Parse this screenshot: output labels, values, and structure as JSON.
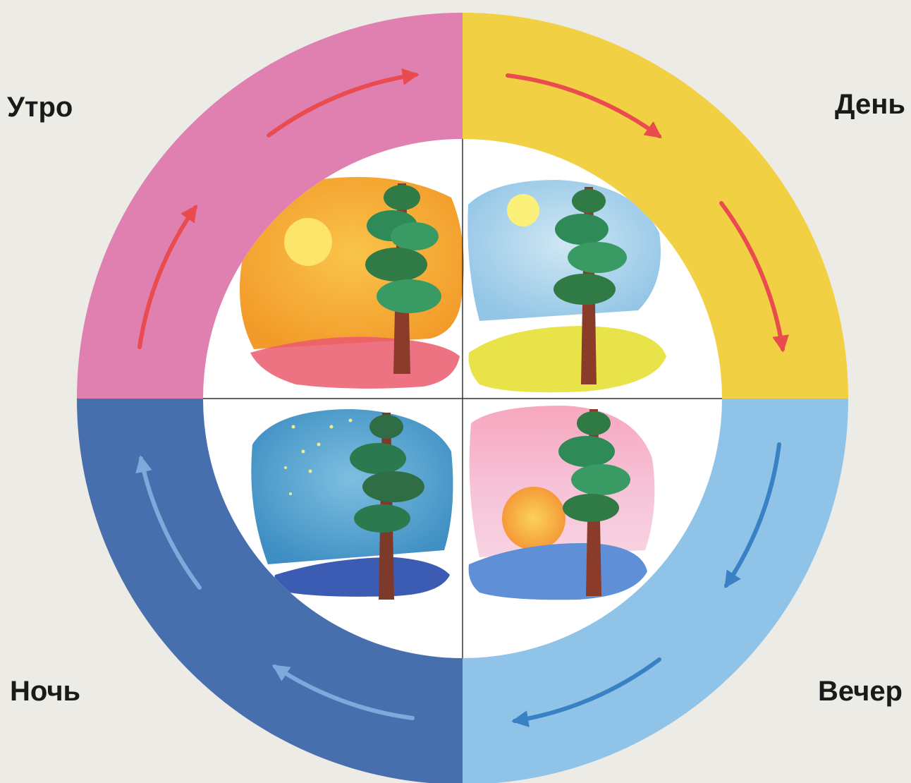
{
  "labels": {
    "morning": "Утро",
    "day": "День",
    "evening": "Вечер",
    "night": "Ночь"
  },
  "colors": {
    "background": "#ecebe6",
    "morning": "#df80b0",
    "day": "#f2d043",
    "evening": "#8fc3e8",
    "night": "#476fae",
    "arrow_warm": "#ea4b4f",
    "arrow_cool_evening": "#3a80c4",
    "arrow_cool_night": "#7fa9dc"
  },
  "panels": [
    {
      "scene": "morning",
      "sky": "#f7b23a",
      "sun": "#fde46a",
      "ground": "#ea5a6d",
      "tree": "pine-tree"
    },
    {
      "scene": "day",
      "sky": "#a9d3ec",
      "sun": "#fbf07a",
      "ground": "#e9e34a",
      "tree": "pine-tree"
    },
    {
      "scene": "evening",
      "sky": "#f6a2c2",
      "sun": "#f7a33a",
      "ground": "#5f8fd6",
      "tree": "pine-tree"
    },
    {
      "scene": "night",
      "sky": "#5aa6d1",
      "sun": "",
      "ground": "#3c5cb4",
      "tree": "pine-tree"
    }
  ]
}
